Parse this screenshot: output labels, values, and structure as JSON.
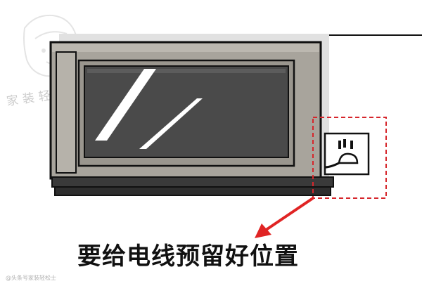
{
  "illustration": {
    "caption": "要给电线预留好位置",
    "watermark": "家装轻松士",
    "corner_mark": "@头条号家装轻松士"
  },
  "colors": {
    "frame": "#a8a49c",
    "frame_light": "#bcb8b0",
    "glass": "#4a4a4a",
    "sill": "#3a3a3a",
    "shadow": "#e1e1e1",
    "outline": "#111111",
    "highlight_box": "#d6262c",
    "arrow": "#e02424",
    "socket": "#ffffff"
  }
}
